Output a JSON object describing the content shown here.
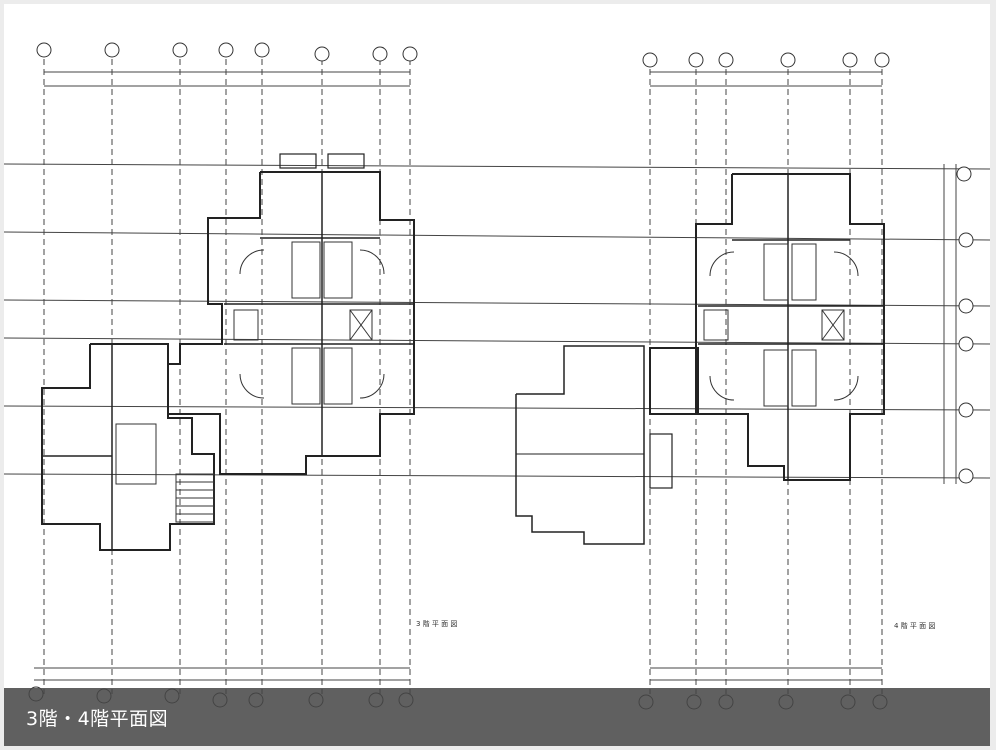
{
  "caption": "3階・4階平面図",
  "floor_labels": {
    "floor3": "3 階 平 面 図",
    "floor4": "4 階 平 面 図"
  },
  "colors": {
    "background": "#ffffff",
    "line": "#333333",
    "caption_bar": "#464646",
    "caption_text": "#ffffff"
  }
}
